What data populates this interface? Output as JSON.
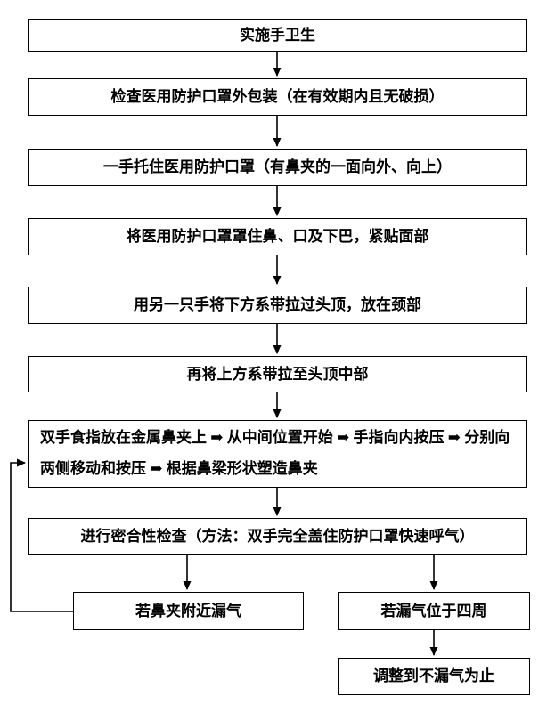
{
  "flowchart": {
    "steps": [
      {
        "label": "实施手卫生"
      },
      {
        "label": "检查医用防护口罩外包装（在有效期内且无破损）"
      },
      {
        "label": "一手托住医用防护口罩（有鼻夹的一面向外、向上）"
      },
      {
        "label": "将医用防护口罩罩住鼻、口及下巴，紧贴面部"
      },
      {
        "label": "用另一只手将下方系带拉过头顶，放在颈部"
      },
      {
        "label": "再将上方系带拉至头顶中部"
      },
      {
        "label": "双手食指放在金属鼻夹上 ➡ 从中间位置开始 ➡ 手指向内按压 ➡ 分别向两侧移动和按压 ➡ 根据鼻梁形状塑造鼻夹"
      },
      {
        "label": "进行密合性检查（方法：双手完全盖住防护口罩快速呼气）"
      },
      {
        "label": "若鼻夹附近漏气"
      },
      {
        "label": "若漏气位于四周"
      },
      {
        "label": "调整到不漏气为止"
      }
    ],
    "colors": {
      "line": "#000000",
      "box_border": "#000000",
      "box_fill": "#ffffff",
      "text": "#000000",
      "page_background": "#ffffff"
    }
  }
}
